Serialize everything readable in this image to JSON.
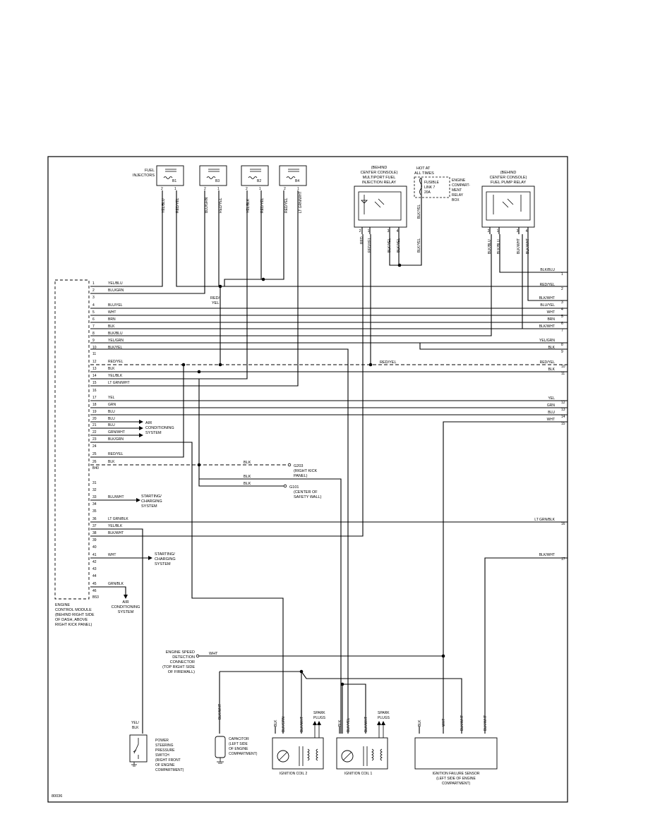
{
  "fuel_injectors": {
    "title": [
      "FUEL",
      "INJECTORS"
    ],
    "items": [
      {
        "id": "B1",
        "wires": [
          "YEL/BLU",
          "RED/YEL"
        ]
      },
      {
        "id": "B3",
        "wires": [
          "BLU/GRN",
          "RED/YEL"
        ]
      },
      {
        "id": "B2",
        "wires": [
          "YEL/BLK",
          "RED/YEL"
        ]
      },
      {
        "id": "B4",
        "wires": [
          "RED/YEL",
          "LT GRN/WHT"
        ]
      }
    ]
  },
  "mpi_relay": {
    "title": [
      "(BEHIND",
      "CENTER CONSOLE)",
      "MULTIPORT FUEL",
      "INJECTION RELAY"
    ],
    "wires": [
      "RED",
      "RED/YEL",
      "BLK/YEL",
      "BLK/YEL"
    ]
  },
  "fusible_link": {
    "hot": [
      "HOT AT",
      "ALL TIMES"
    ],
    "label": [
      "FUSIBLE",
      "LINK 7",
      "20A"
    ],
    "box": [
      "ENGINE",
      "COMPART-",
      "MENT",
      "RELAY",
      "BOX"
    ],
    "wires": [
      "BLK/YEL",
      "BLK/YEL"
    ]
  },
  "fuel_pump_relay": {
    "title": [
      "(BEHIND",
      "CENTER CONSOLE)",
      "FUEL PUMP RELAY"
    ],
    "wires": [
      "BLK/BLU",
      "BLK/BLU",
      "BLK/WHT",
      "BLK/WHT"
    ]
  },
  "ecm": {
    "label": [
      "ENGINE",
      "CONTROL MODULE",
      "(BEHIND RIGHT SIDE",
      "OF DASH, ABOVE",
      "RIGHT KICK PANEL)"
    ],
    "pins": [
      {
        "n": "1",
        "c": "YEL/BLU"
      },
      {
        "n": "2",
        "c": "BLU/GRN"
      },
      {
        "n": "3",
        "c": ""
      },
      {
        "n": "4",
        "c": "BLU/YEL"
      },
      {
        "n": "5",
        "c": "WHT"
      },
      {
        "n": "6",
        "c": "BRN"
      },
      {
        "n": "7",
        "c": "BLK"
      },
      {
        "n": "8",
        "c": "BLK/BLU"
      },
      {
        "n": "9",
        "c": "YEL/GRN"
      },
      {
        "n": "10",
        "c": "BLK/YEL"
      },
      {
        "n": "11",
        "c": ""
      },
      {
        "n": "12",
        "c": "RED/YEL"
      },
      {
        "n": "13",
        "c": "BLK"
      },
      {
        "n": "14",
        "c": "YEL/BLK"
      },
      {
        "n": "15",
        "c": "LT GRN/WHT"
      },
      {
        "n": "16",
        "c": ""
      },
      {
        "n": "17",
        "c": "YEL"
      },
      {
        "n": "18",
        "c": "GRN"
      },
      {
        "n": "19",
        "c": "BLU"
      },
      {
        "n": "20",
        "c": "BLU"
      },
      {
        "n": "21",
        "c": "BLU"
      },
      {
        "n": "22",
        "c": "GRN/WHT"
      },
      {
        "n": "23",
        "c": "BLK/GRN"
      },
      {
        "n": "24",
        "c": ""
      },
      {
        "n": "25",
        "c": "RED/YEL"
      },
      {
        "n": "26",
        "c": "BLK"
      },
      {
        "n": "B40",
        "c": ""
      },
      {
        "n": "31",
        "c": ""
      },
      {
        "n": "32",
        "c": ""
      },
      {
        "n": "33",
        "c": "BLU/WHT"
      },
      {
        "n": "34",
        "c": ""
      },
      {
        "n": "35",
        "c": ""
      },
      {
        "n": "36",
        "c": "LT GRN/BLK"
      },
      {
        "n": "37",
        "c": "YEL/BLK"
      },
      {
        "n": "38",
        "c": "BLK/WHT"
      },
      {
        "n": "39",
        "c": ""
      },
      {
        "n": "40",
        "c": ""
      },
      {
        "n": "41",
        "c": "WHT"
      },
      {
        "n": "42",
        "c": ""
      },
      {
        "n": "43",
        "c": ""
      },
      {
        "n": "44",
        "c": ""
      },
      {
        "n": "45",
        "c": "GRN/BLK"
      },
      {
        "n": "46",
        "c": ""
      },
      {
        "n": "B53",
        "c": ""
      }
    ]
  },
  "right_refs": [
    {
      "c": "BLK/BLU",
      "n": "1"
    },
    {
      "c": "RED/YEL",
      "n": "2"
    },
    {
      "c": "BLK/WHT",
      "n": "3"
    },
    {
      "c": "BLU/YEL",
      "n": "4"
    },
    {
      "c": "WHT",
      "n": "5"
    },
    {
      "c": "BRN",
      "n": "6"
    },
    {
      "c": "BLK/WHT",
      "n": "7"
    },
    {
      "c": "YEL/GRN",
      "n": "8"
    },
    {
      "c": "BLK",
      "n": "9"
    },
    {
      "c": "RED/YEL",
      "n": "10"
    },
    {
      "c": "BLK",
      "n": "11"
    },
    {
      "c": "YEL",
      "n": "12"
    },
    {
      "c": "GRN",
      "n": "13"
    },
    {
      "c": "BLU",
      "n": "14"
    },
    {
      "c": "WHT",
      "n": "15"
    },
    {
      "c": "LT GRN/BLK",
      "n": "16"
    },
    {
      "c": "BLK/WHT",
      "n": "17"
    }
  ],
  "mid_labels": {
    "red_yel": [
      "RED/",
      "YEL"
    ],
    "red_yel_12": "RED/YEL",
    "blk_g203": "BLK",
    "blk_g101": "BLK",
    "blk_g101b": "BLK"
  },
  "grounds": {
    "g203": [
      "G203",
      "(RIGHT KICK",
      "PANEL)"
    ],
    "g101": [
      "G101",
      "(CENTER OF",
      "SAFETY WALL)"
    ]
  },
  "refs": {
    "ac1": [
      "AIR",
      "CONDITIONING",
      "SYSTEM"
    ],
    "start1": [
      "STARTING/",
      "CHARGING",
      "SYSTEM"
    ],
    "start2": [
      "STARTING/",
      "CHARGING",
      "SYSTEM"
    ],
    "ac2": [
      "AIR",
      "CONDITIONING",
      "SYSTEM"
    ]
  },
  "speed_connector": {
    "label": [
      "ENGINE SPEED",
      "DETECTION",
      "CONNECTOR",
      "(TOP RIGHT SIDE",
      "OF FIREWALL)"
    ],
    "wire": "WHT"
  },
  "psps": {
    "wire": [
      "YEL/",
      "BLK"
    ],
    "label": [
      "POWER",
      "STEERING",
      "PRESSURE",
      "SWITCH",
      "(RIGHT FRONT",
      "OF ENGINE",
      "COMPARTMENT)"
    ]
  },
  "capacitor": {
    "wire": "BLK/WHT",
    "label": [
      "CAPACITOR",
      "(LEFT SIDE",
      "OF ENGINE",
      "COMPARTMENT)"
    ]
  },
  "coil2": {
    "wires": [
      "BLK",
      "BLK/GRN",
      "BLK/WHT"
    ],
    "plugs": [
      "SPARK",
      "PLUGS"
    ],
    "label": "IGNITION COIL 2"
  },
  "coil1": {
    "wires": [
      "BLK",
      "BLK/YEL",
      "BLK/WHT"
    ],
    "plugs": [
      "SPARK",
      "PLUGS"
    ],
    "label": "IGNITION COIL 1"
  },
  "ifs": {
    "wires": [
      "BLK",
      "WHT",
      "BLK/WHT",
      "BLK/WHT"
    ],
    "label": [
      "IGNITION FAILURE SENSOR",
      "(LEFT SIDE OF ENGINE",
      "COMPARTMENT)"
    ]
  },
  "figure_id": "80036"
}
